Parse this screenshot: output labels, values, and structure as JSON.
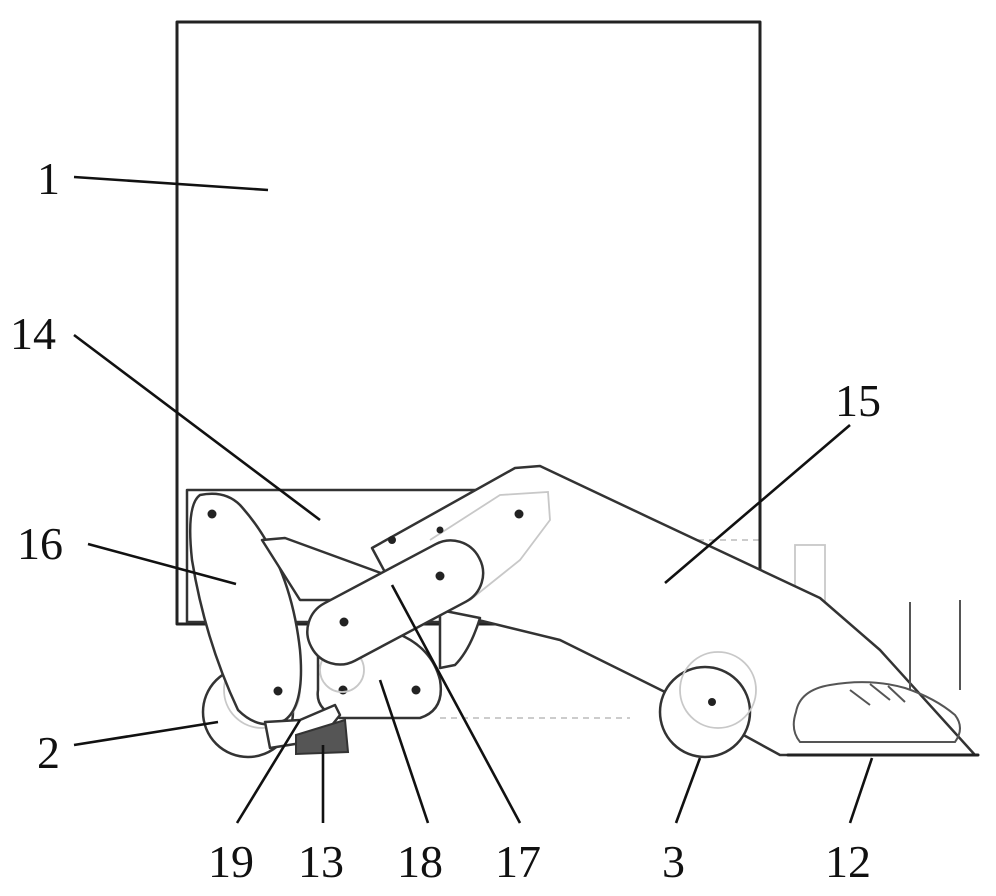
{
  "figure": {
    "labels": [
      {
        "id": "1",
        "text": "1"
      },
      {
        "id": "14",
        "text": "14"
      },
      {
        "id": "15",
        "text": "15"
      },
      {
        "id": "16",
        "text": "16"
      },
      {
        "id": "2",
        "text": "2"
      },
      {
        "id": "19",
        "text": "19"
      },
      {
        "id": "13",
        "text": "13"
      },
      {
        "id": "18",
        "text": "18"
      },
      {
        "id": "17",
        "text": "17"
      },
      {
        "id": "3",
        "text": "3"
      },
      {
        "id": "12",
        "text": "12"
      }
    ],
    "colors": {
      "line": "#222222",
      "ghost": "#c8c8c8",
      "block": "#555555"
    }
  }
}
